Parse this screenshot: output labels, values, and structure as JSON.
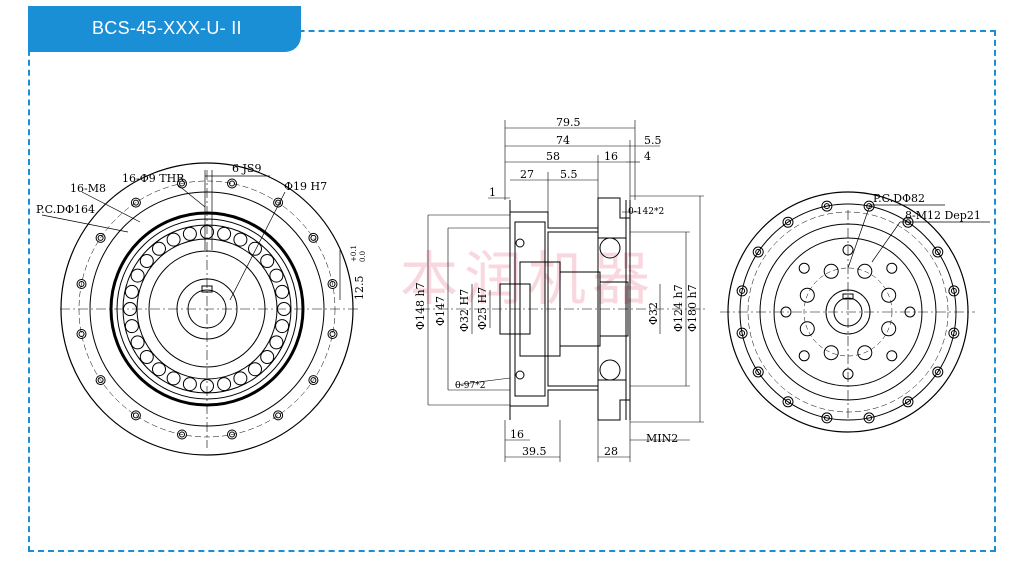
{
  "title": "BCS-45-XXX-U- II",
  "watermark": "本润机器",
  "colors": {
    "accent": "#1a8fd6",
    "line": "#000000",
    "watermark": "#f4b8c6"
  },
  "left_view": {
    "labels": {
      "bolt_count": "16-M8",
      "pcd": "P.C.DΦ164",
      "thru_holes": "16-Φ9 THR",
      "key": "6 JS9",
      "bore": "Φ19 H7",
      "keyway_depth": "12.5",
      "tol_upper": "+0.1",
      "tol_lower": "0.0"
    }
  },
  "section_view": {
    "top_dims": [
      "79.5",
      "74",
      "5.5",
      "58",
      "16",
      "4",
      "27",
      "5.5",
      "1"
    ],
    "diameters": [
      "Φ148 h7",
      "Φ147",
      "Φ32 H7",
      "Φ25 H7",
      "Φ32",
      "Φ124 h7",
      "Φ180 h7"
    ],
    "oring_top": "0-142*2",
    "oring_bottom": "0-97*2",
    "bottom_dims": [
      "16",
      "39.5",
      "28"
    ],
    "min_label": "MIN2"
  },
  "right_view": {
    "labels": {
      "pcd": "P.C.DΦ82",
      "tapped": "8-M12 Dep21"
    }
  }
}
